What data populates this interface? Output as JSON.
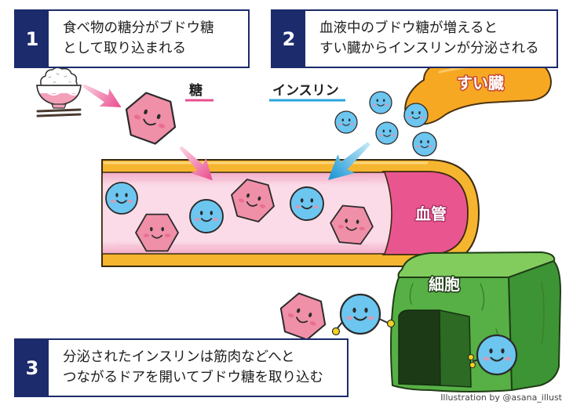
{
  "steps": [
    {
      "number": "1",
      "lines": [
        "食べ物の糖分がブドウ糖",
        "として取り込まれる"
      ]
    },
    {
      "number": "2",
      "lines": [
        "血液中のブドウ糖が増えると",
        "すい臓からインスリンが分泌される"
      ]
    },
    {
      "number": "3",
      "lines": [
        "分泌されたインスリンは筋肉などへと",
        "つながるドアを開いてブドウ糖を取り込む"
      ]
    }
  ],
  "legend": {
    "sugar": {
      "label": "糖",
      "color": "#e8508f"
    },
    "insulin": {
      "label": "インスリン",
      "color": "#2aa3dc"
    }
  },
  "labels": {
    "pancreas": "すい臓",
    "blood_vessel": "血管",
    "cell": "細胞"
  },
  "credit": "Illustration by @asana_illust",
  "icons": {
    "food": "rice-bowl-icon"
  },
  "colors": {
    "step_badge": "#1c2b6b",
    "glucose": "#f08fa8",
    "insulin": "#6cc6f0",
    "pancreas": "#f7a823",
    "vessel_wall": "#f6b52f",
    "vessel_end": "#e9558f",
    "cell": "#57b045"
  }
}
